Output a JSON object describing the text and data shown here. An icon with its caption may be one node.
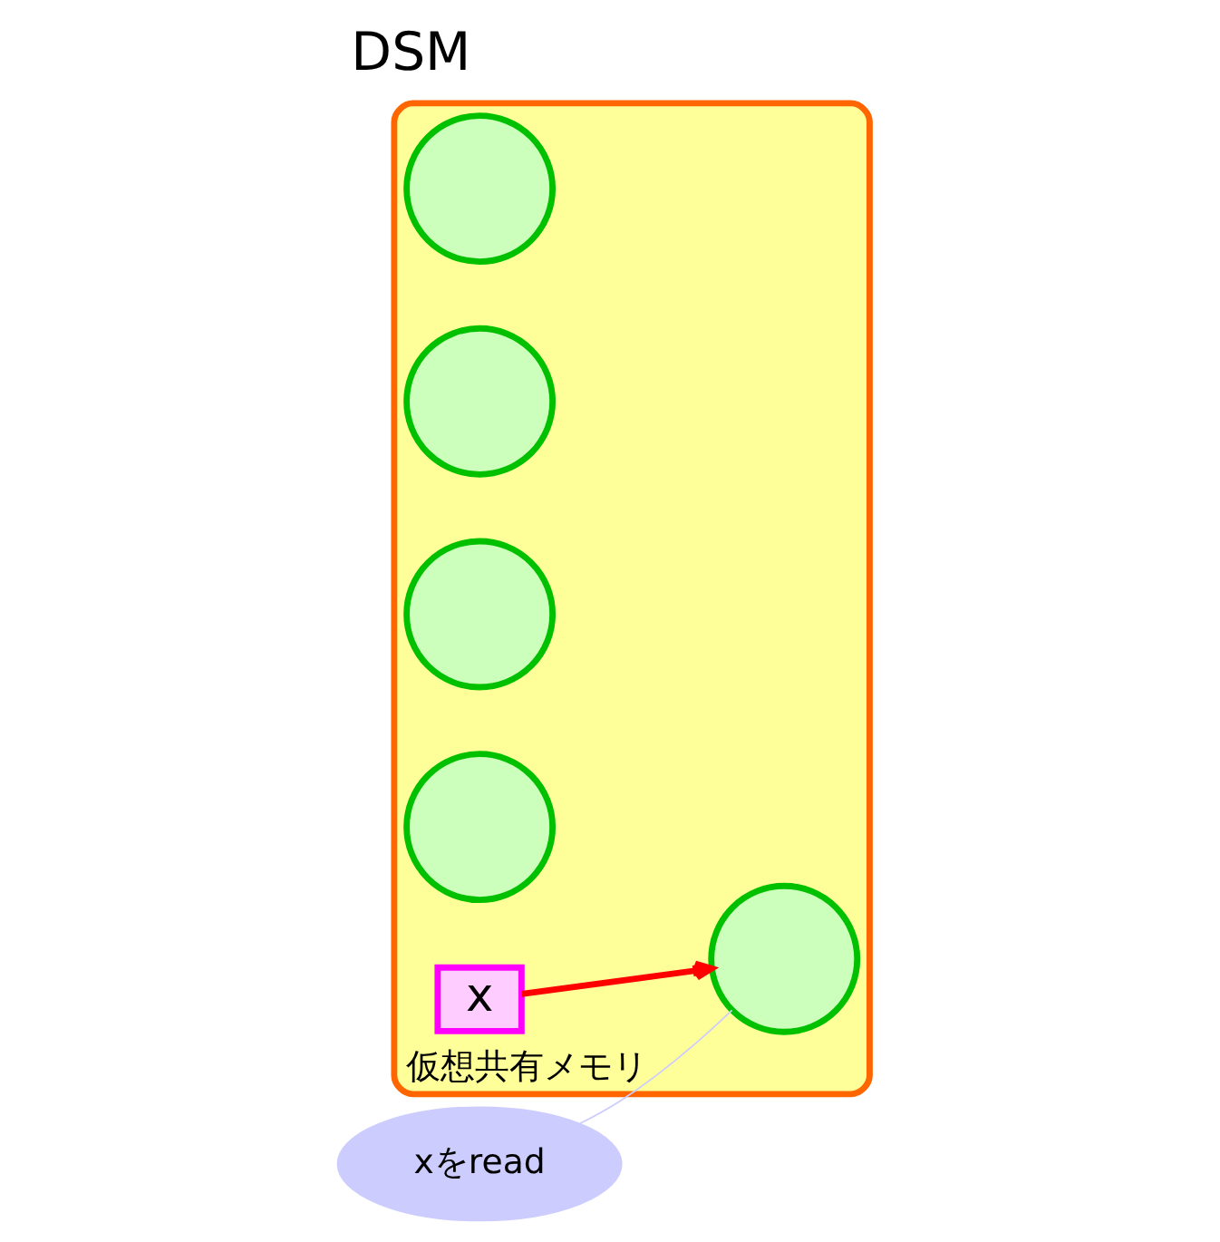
{
  "diagram": {
    "title": "DSM",
    "nodes": [
      {
        "text": [
          "仮想共有メモリ"
        ]
      },
      {
        "text": [],
        "shape": "circle",
        "in": 0
      },
      {
        "text": [],
        "shape": "circle",
        "in": 0
      },
      {
        "text": [],
        "shape": "circle",
        "in": 0
      },
      {
        "text": [],
        "shape": "circle",
        "in": 0
      },
      {
        "text": [],
        "shape": "circle",
        "in": 0
      },
      {
        "text": [
          "x"
        ],
        "in": 0
      },
      {
        "text": [
          "xをread"
        ]
      }
    ],
    "edges": [
      {
        "from": 6,
        "to": 2,
        "arrow": "to",
        "style": "thick",
        "color": "#ff0000"
      },
      {
        "from": 7,
        "to": 2,
        "arrow": "none",
        "color": "#ccccff"
      }
    ]
  }
}
